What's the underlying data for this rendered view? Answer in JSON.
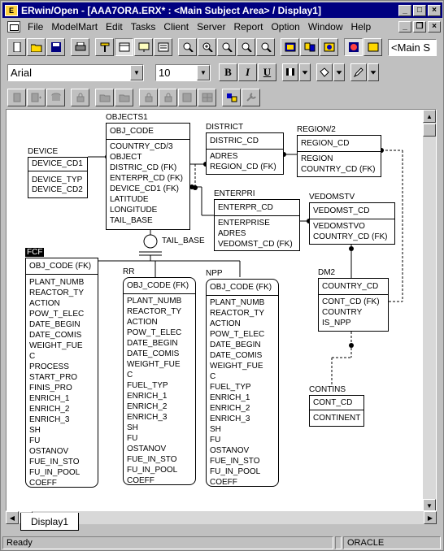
{
  "window": {
    "title": "ERwin/Open - [AAA7ORA.ERX* : <Main Subject Area> / Display1]",
    "app_icon_text": "E"
  },
  "menu": {
    "items": [
      "File",
      "ModelMart",
      "Edit",
      "Tasks",
      "Client",
      "Server",
      "Report",
      "Option",
      "Window",
      "Help"
    ]
  },
  "toolbar1": {
    "subject_area": "<Main S"
  },
  "toolbar2": {
    "font_name": "Arial",
    "font_size": "10",
    "bold": "B",
    "italic": "I",
    "underline": "U"
  },
  "entities": {
    "objects1": {
      "name": "OBJECTS1",
      "key": [
        "OBJ_CODE"
      ],
      "attrs": [
        "COUNTRY_CD/3",
        "OBJECT",
        "DISTRIC_CD (FK)",
        "ENTERPR_CD (FK)",
        "DEVICE_CD1 (FK)",
        "LATITUDE",
        "LONGITUDE",
        "TAIL_BASE"
      ]
    },
    "district": {
      "name": "DISTRICT",
      "key": [
        "DISTRIC_CD"
      ],
      "attrs": [
        "ADRES",
        "REGION_CD (FK)"
      ]
    },
    "region2": {
      "name": "REGION/2",
      "key": [
        "REGION_CD"
      ],
      "attrs": [
        "REGION",
        "COUNTRY_CD (FK)"
      ]
    },
    "device": {
      "name": "DEVICE",
      "key": [
        "DEVICE_CD1"
      ],
      "attrs": [
        "DEVICE_TYP",
        "DEVICE_CD2"
      ]
    },
    "enterpri": {
      "name": "ENTERPRI",
      "key": [
        "ENTERPR_CD"
      ],
      "attrs": [
        "ENTERPRISE",
        "ADRES",
        "VEDOMST_CD (FK)"
      ]
    },
    "vedomstv": {
      "name": "VEDOMSTV",
      "key": [
        "VEDOMST_CD"
      ],
      "attrs": [
        "VEDOMSTVO",
        "COUNTRY_CD (FK)"
      ]
    },
    "tail_base": {
      "name": "TAIL_BASE"
    },
    "fcf": {
      "name": "FCF",
      "key": [
        "OBJ_CODE (FK)"
      ],
      "attrs": [
        "PLANT_NUMB",
        "REACTOR_TY",
        "ACTION",
        "POW_T_ELEC",
        "DATE_BEGIN",
        "DATE_COMIS",
        "WEIGHT_FUE",
        "C",
        "PROCESS",
        "START_PRO",
        "FINIS_PRO",
        "ENRICH_1",
        "ENRICH_2",
        "ENRICH_3",
        "SH",
        "FU",
        "OSTANOV",
        "FUE_IN_STO",
        "FU_IN_POOL",
        "COEFF"
      ]
    },
    "rr": {
      "name": "RR",
      "key": [
        "OBJ_CODE (FK)"
      ],
      "attrs": [
        "PLANT_NUMB",
        "REACTOR_TY",
        "ACTION",
        "POW_T_ELEC",
        "DATE_BEGIN",
        "DATE_COMIS",
        "WEIGHT_FUE",
        "C",
        "FUEL_TYP",
        "ENRICH_1",
        "ENRICH_2",
        "ENRICH_3",
        "SH",
        "FU",
        "OSTANOV",
        "FUE_IN_STO",
        "FU_IN_POOL",
        "COEFF"
      ]
    },
    "npp": {
      "name": "NPP",
      "key": [
        "OBJ_CODE (FK)"
      ],
      "attrs": [
        "PLANT_NUMB",
        "REACTOR_TY",
        "ACTION",
        "POW_T_ELEC",
        "DATE_BEGIN",
        "DATE_COMIS",
        "WEIGHT_FUE",
        "C",
        "FUEL_TYP",
        "ENRICH_1",
        "ENRICH_2",
        "ENRICH_3",
        "SH",
        "FU",
        "OSTANOV",
        "FUE_IN_STO",
        "FU_IN_POOL",
        "COEFF"
      ]
    },
    "dm2": {
      "name": "DM2",
      "key": [
        "COUNTRY_CD"
      ],
      "attrs": [
        "CONT_CD (FK)",
        "COUNTRY",
        "IS_NPP"
      ]
    },
    "contins": {
      "name": "CONTINS",
      "key": [
        "CONT_CD"
      ],
      "attrs": [
        "CONTINENT"
      ]
    }
  },
  "tabs": {
    "display1": "Display1"
  },
  "status": {
    "left": "Ready",
    "right": "ORACLE"
  }
}
